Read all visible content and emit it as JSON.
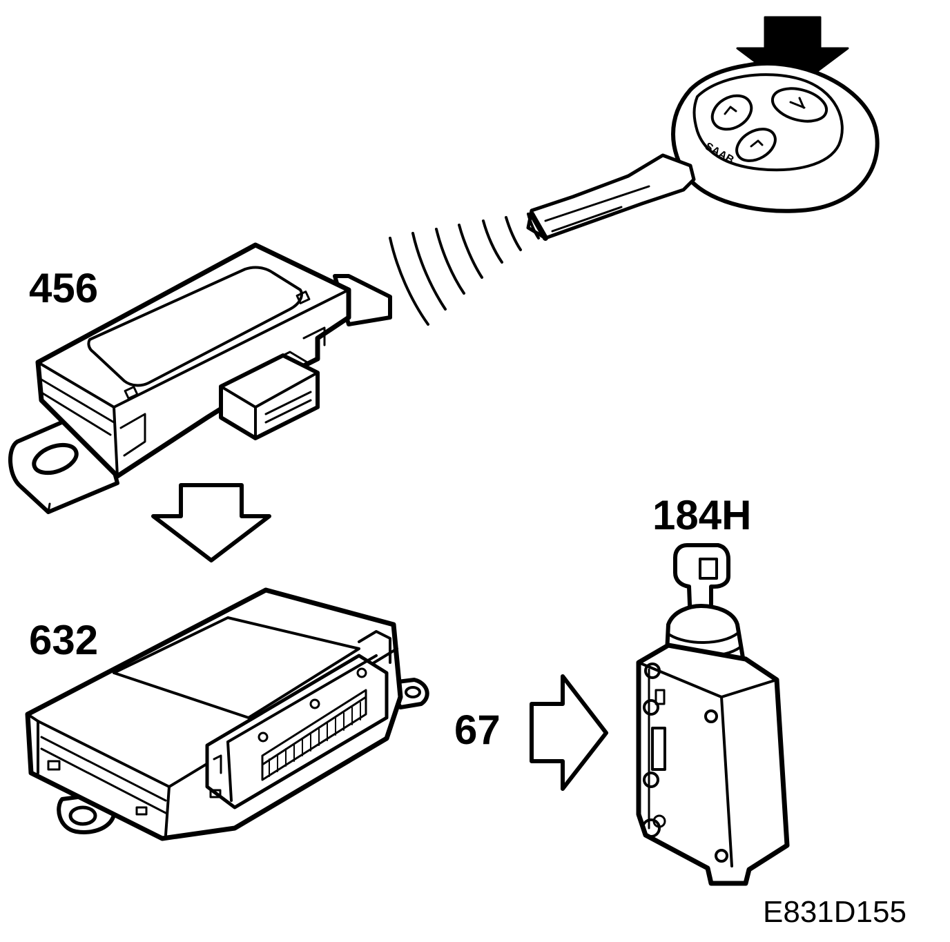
{
  "labels": {
    "module_456": "456",
    "module_632": "632",
    "signal_67": "67",
    "actuator_184h": "184H",
    "figure_code": "E831D155"
  },
  "key": {
    "brand_text": "SAAB"
  },
  "colors": {
    "ink": "#000000",
    "paper": "#ffffff"
  }
}
